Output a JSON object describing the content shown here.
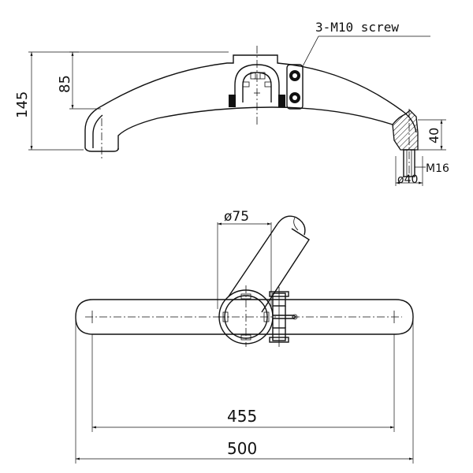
{
  "drawing": {
    "screw_note": "3-M10 screw",
    "dim_height_total": "145",
    "dim_height_arm": "85",
    "dim_pin_length": "40",
    "thread_label": "M16",
    "dim_pin_diameter": "ø40",
    "dim_post_diameter": "ø75",
    "dim_inner_span": "455",
    "dim_overall_length": "500"
  }
}
